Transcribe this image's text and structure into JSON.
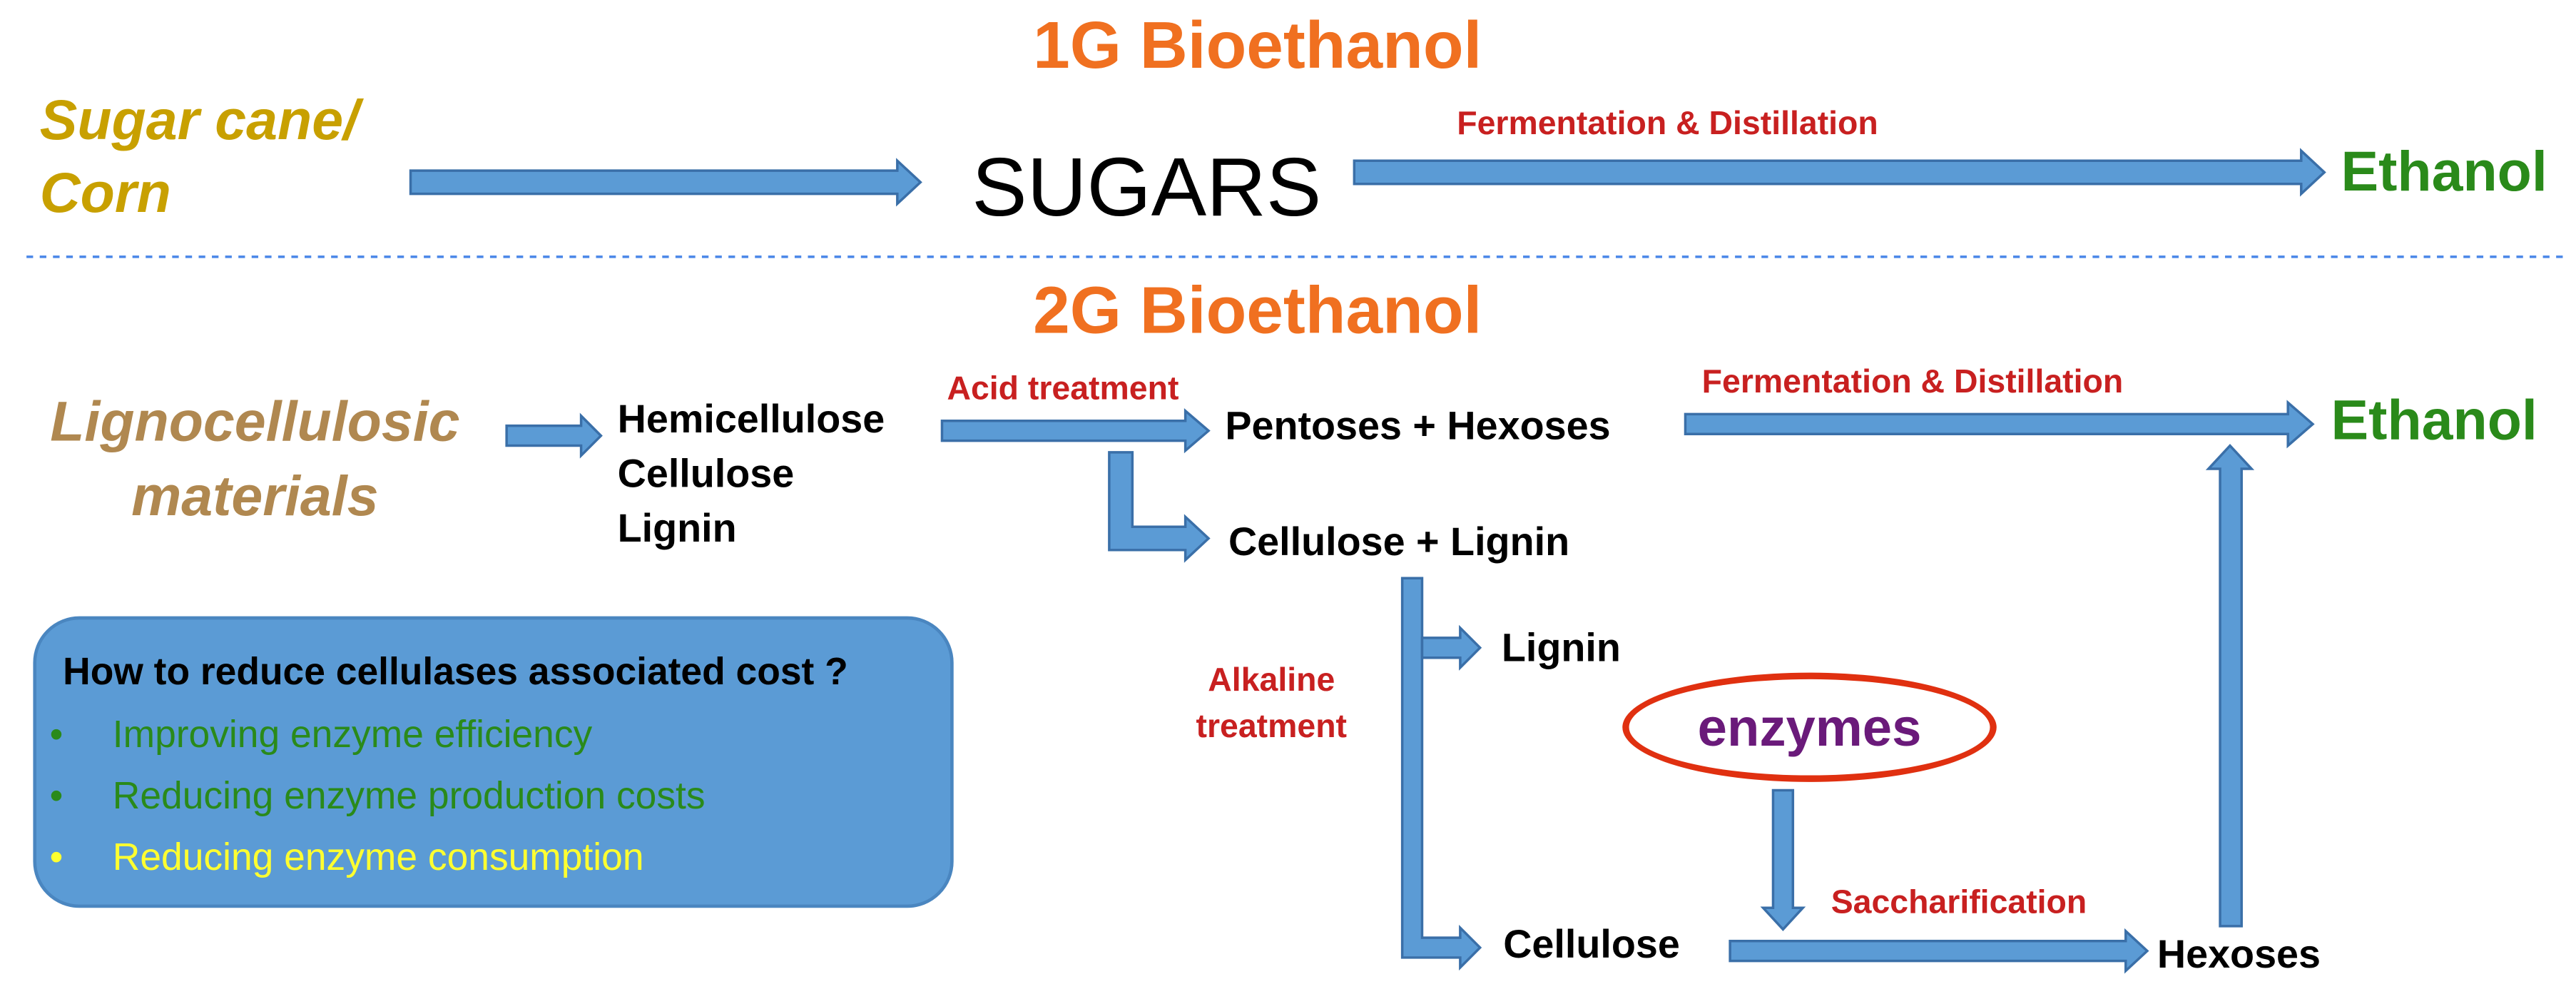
{
  "first_gen": {
    "title": "1G Bioethanol",
    "feedstock_line1": "Sugar cane/",
    "feedstock_line2": "Corn",
    "intermediate": "SUGARS",
    "process": "Fermentation & Distillation",
    "product": "Ethanol"
  },
  "second_gen": {
    "title": "2G Bioethanol",
    "feedstock_line1": "Lignocellulosic",
    "feedstock_line2": "materials",
    "components": [
      "Hemicellulose",
      "Cellulose",
      "Lignin"
    ],
    "acid_step": "Acid treatment",
    "sugars_out": "Pentoses + Hexoses",
    "fermentation_step": "Fermentation & Distillation",
    "product": "Ethanol",
    "residue": "Cellulose + Lignin",
    "alkaline_step_line1": "Alkaline",
    "alkaline_step_line2": "treatment",
    "lignin_out": "Lignin",
    "enzymes": "enzymes",
    "cellulose": "Cellulose",
    "saccharification_step": "Saccharification",
    "hexoses": "Hexoses"
  },
  "info_box": {
    "title": "How to reduce cellulases associated cost ?",
    "items": [
      {
        "bullet": "•",
        "text": "Improving enzyme efficiency",
        "color": "#2a8a1a"
      },
      {
        "bullet": "•",
        "text": "Reducing enzyme production costs",
        "color": "#2a8a1a"
      },
      {
        "bullet": "•",
        "text": "Reducing enzyme consumption",
        "color": "#ffff30"
      }
    ]
  },
  "colors": {
    "arrow_fill": "#5b9bd5",
    "arrow_stroke": "#3a6fa8",
    "title": "#f07020",
    "process_label": "#c82020",
    "product": "#2a8a1a",
    "feedstock_1g": "#c8a000",
    "feedstock_2g": "#b08850",
    "enzymes_text": "#6a1a7a",
    "enzymes_ring": "#e03010",
    "divider": "#4a86e8"
  }
}
